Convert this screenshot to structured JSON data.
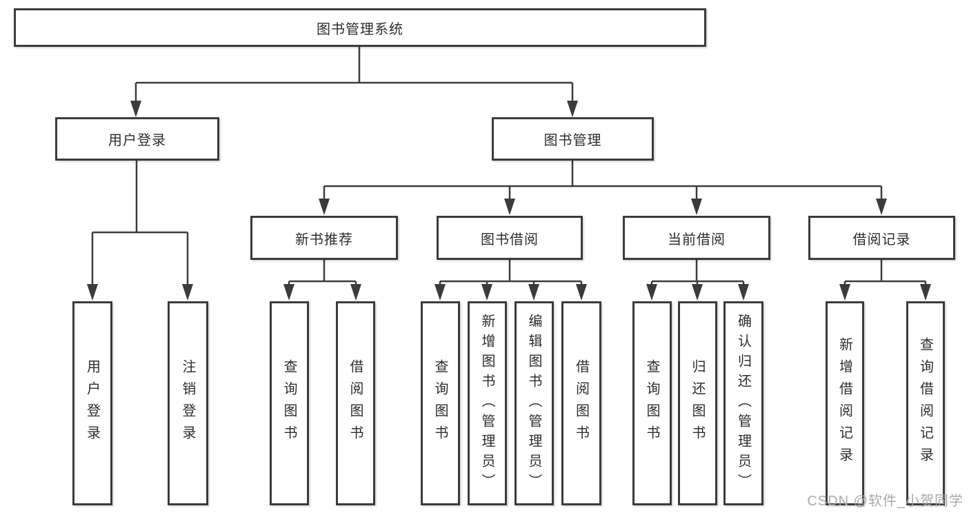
{
  "nodes": {
    "root": "图书管理系统",
    "level1": [
      "用户登录",
      "图书管理"
    ],
    "level2": [
      "新书推荐",
      "图书借阅",
      "当前借阅",
      "借阅记录"
    ],
    "leaves_user_login": [
      "用户登录",
      "注销登录"
    ],
    "leaves_new_book": [
      "查询图书",
      "借阅图书"
    ],
    "leaves_book_borrow": [
      "查询图书",
      "新增图书（管理员）",
      "编辑图书（管理员）",
      "借阅图书"
    ],
    "leaves_current_borrow": [
      "查询图书",
      "归还图书",
      "确认归还（管理员）"
    ],
    "leaves_borrow_record": [
      "新增借阅记录",
      "查询借阅记录"
    ]
  },
  "watermark": "CSDN @软件_小贺同学",
  "colors": {
    "line": "#3b3b3b",
    "text": "#2d2d2d",
    "watermark": "#a9a9a9",
    "background": "#ffffff"
  }
}
